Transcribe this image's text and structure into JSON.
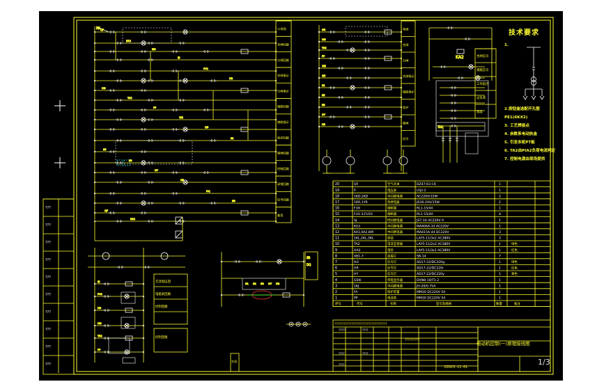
{
  "colors": {
    "background": "#000000",
    "line": "#ffff33",
    "component": "#ffffff",
    "accent": "#ff3333",
    "cyan": "#33ffff",
    "green": "#33ff33"
  },
  "title_block": {
    "drawing_title": "电动机控制(一)原理接线图",
    "sheet_number": "1/3",
    "drawing_code": "DZ023-11-01"
  },
  "tech_requirements": {
    "heading": "技术要求",
    "items": [
      "1.",
      "2.按钮盒选配开孔图",
      "PE1(6KX2)",
      "3. 工艺焊接点",
      "4. 余数系电动执金",
      "5. 引至本柜PT板",
      "6. TA2由PIA2负荷电流判定",
      "7. 控制电源由现场提供"
    ]
  },
  "parts_table": {
    "rows": [
      {
        "no": "20",
        "code": "QF",
        "name": "空气开关",
        "spec": "DZ47-63 C6",
        "qty": "1",
        "note": ""
      },
      {
        "no": "19",
        "code": "P",
        "name": "电压表",
        "spec": "LYJ2-2",
        "qty": "1",
        "note": ""
      },
      {
        "no": "18",
        "code": "1KD,2KD",
        "name": "中间继电器",
        "spec": "AC220V/15W",
        "qty": "2",
        "note": ""
      },
      {
        "no": "17",
        "code": "1RR,1YR",
        "name": "热继电器",
        "spec": "JR36-20V/15W",
        "qty": "2",
        "note": ""
      },
      {
        "no": "16",
        "code": "FU9",
        "name": "熔断器",
        "spec": "RL1-15/4A",
        "qty": "1",
        "note": ""
      },
      {
        "no": "15",
        "code": "FU1-3,FU10",
        "name": "熔断器",
        "spec": "RL1-15/4A",
        "qty": "4",
        "note": ""
      },
      {
        "no": "14",
        "code": "SJ",
        "name": "时间继电器",
        "spec": "JS7-1A AC220V 0",
        "qty": "1",
        "note": ""
      },
      {
        "no": "13",
        "code": "KA3",
        "name": "中间继电器",
        "spec": "MA406A-33 AC220V",
        "qty": "1",
        "note": ""
      },
      {
        "no": "12",
        "code": "KA1,KA2,KM",
        "name": "中间继电器",
        "spec": "MA415A-44 DC220V",
        "qty": "3",
        "note": ""
      },
      {
        "no": "11",
        "code": "1KL,2KL,3KL",
        "name": "按钮",
        "spec": "LAY5-11/3x2 AC380V",
        "qty": "3",
        "note": ""
      },
      {
        "no": "10",
        "code": "TA2",
        "name": "电流互感器",
        "spec": "LAY5-11/2x2 AC380V",
        "qty": "1",
        "note": "绿色"
      },
      {
        "no": "9",
        "code": "HA2",
        "name": "电铃",
        "spec": "LAY5-11/3x1 AC380V",
        "qty": "1",
        "note": "红色"
      },
      {
        "no": "8",
        "code": "XB1-7",
        "name": "连接片",
        "spec": "SB-14",
        "qty": "7",
        "note": ""
      },
      {
        "no": "7",
        "code": "HG",
        "name": "信号灯",
        "spec": "AD17-22/DC220g",
        "qty": "1",
        "note": "绿色"
      },
      {
        "no": "6",
        "code": "HR",
        "name": "信号灯",
        "spec": "AD17-22/DC220r",
        "qty": "1",
        "note": "红色"
      },
      {
        "no": "5",
        "code": "HY",
        "name": "信号灯",
        "spec": "AD17-22/DC220y",
        "qty": "1",
        "note": "黄色"
      },
      {
        "no": "4",
        "code": "GSN",
        "name": "带电显示器",
        "spec": "DXN8-10/T1.2",
        "qty": "1",
        "note": ""
      },
      {
        "no": "3",
        "code": "1KJ",
        "name": "中间继电器",
        "spec": "JH-20/0.75A",
        "qty": "1",
        "note": ""
      },
      {
        "no": "2",
        "code": "FA",
        "name": "保护装置",
        "spec": "MM30 DC220V 5A",
        "qty": "1",
        "note": ""
      },
      {
        "no": "1",
        "code": "PP",
        "name": "电流表",
        "spec": "MM30 DC220V 5A",
        "qty": "1",
        "note": ""
      }
    ],
    "header": {
      "no": "序号",
      "code": "代号",
      "name": "名称",
      "spec": "型号及规格",
      "qty": "数量",
      "note": "备注"
    }
  },
  "function_labels_left": [
    "小母线",
    "合闸回路",
    "分闸回路",
    "合闸指示",
    "分闸指示",
    "储能回路",
    "储能指示",
    "保护回路",
    "跳闸回路",
    "控制回路",
    "闭锁回路",
    "信号回路",
    "备用"
  ],
  "function_labels_right": [
    "电源",
    "合闸",
    "分闸",
    "合闸指示",
    "储能指示",
    "保护",
    "跳闸",
    "信号"
  ],
  "side_labels_mid": [
    "合闸信号",
    "储能信号",
    "工作指示",
    "过负荷",
    "温度"
  ],
  "small_box_labels": [
    "交流电压回路",
    "电能表回路",
    "控制回路"
  ],
  "component_tags": [
    "QF",
    "KA2",
    "KM",
    "SJ",
    "FU1",
    "HR",
    "HG",
    "TA2",
    "PP",
    "1KJ",
    "QS",
    "S1",
    "S2",
    "S3",
    "HY",
    "XB",
    "DQ",
    "SB"
  ]
}
